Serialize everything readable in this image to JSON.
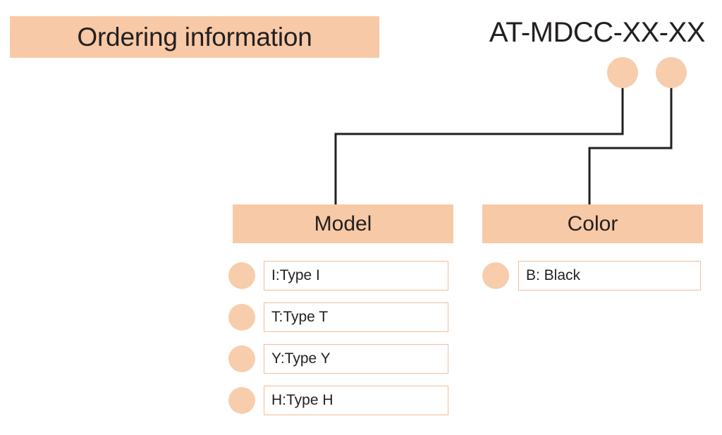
{
  "page": {
    "title": "Ordering information",
    "background_color": "#FFFFFF",
    "accent_color": "#F7C9A6",
    "dot_color": "#F8CDAB",
    "border_color": "#EFBE9B",
    "text_color": "#231F20"
  },
  "header": {
    "banner_label": "Ordering information",
    "part_number": "AT-MDCC-XX-XX"
  },
  "markers": [
    {
      "name": "model-marker"
    },
    {
      "name": "color-marker"
    }
  ],
  "categories": [
    {
      "key": "model",
      "label": "Model",
      "options": [
        {
          "code": "I",
          "label": "I:Type I"
        },
        {
          "code": "T",
          "label": "T:Type T"
        },
        {
          "code": "Y",
          "label": "Y:Type Y"
        },
        {
          "code": "H",
          "label": "H:Type H"
        }
      ]
    },
    {
      "key": "color",
      "label": "Color",
      "options": [
        {
          "code": "B",
          "label": "B: Black"
        }
      ]
    }
  ]
}
